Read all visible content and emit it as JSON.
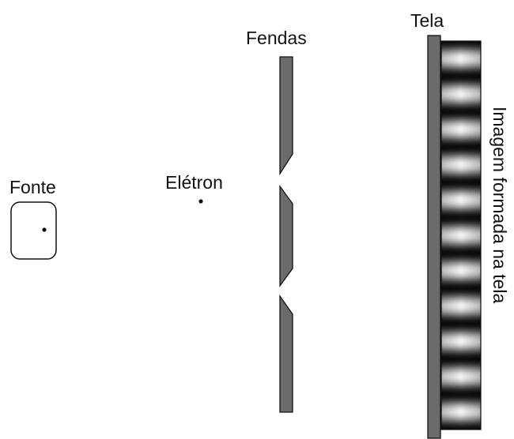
{
  "labels": {
    "source": "Fonte",
    "electron": "Elétron",
    "slits": "Fendas",
    "screen": "Tela",
    "image": "Imagem formada na tela"
  },
  "pattern": {
    "bright_fringes": 11
  },
  "colors": {
    "barrier_fill": "#6b6b6b",
    "stroke": "#111111",
    "fringe_dark": "#0d0d0d",
    "fringe_light": "#f4f4f4"
  }
}
